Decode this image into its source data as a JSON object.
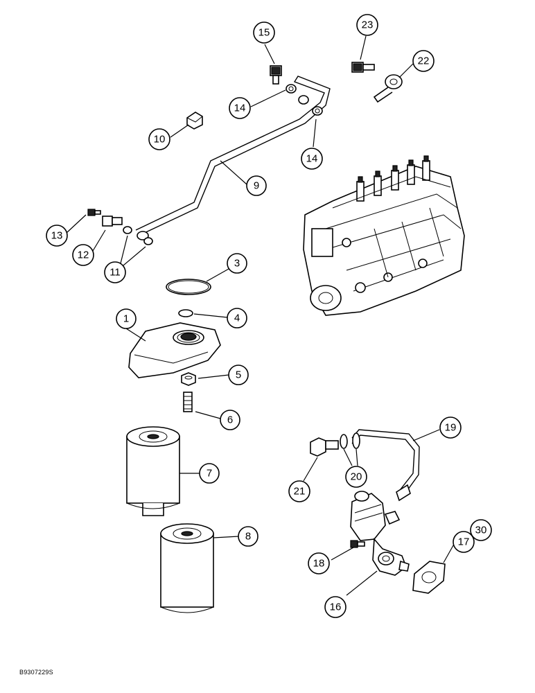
{
  "callouts": [
    {
      "id": "c1",
      "label": "1"
    },
    {
      "id": "c3",
      "label": "3"
    },
    {
      "id": "c4",
      "label": "4"
    },
    {
      "id": "c5",
      "label": "5"
    },
    {
      "id": "c6",
      "label": "6"
    },
    {
      "id": "c7",
      "label": "7"
    },
    {
      "id": "c8",
      "label": "8"
    },
    {
      "id": "c9",
      "label": "9"
    },
    {
      "id": "c10",
      "label": "10"
    },
    {
      "id": "c11",
      "label": "11"
    },
    {
      "id": "c12",
      "label": "12"
    },
    {
      "id": "c13",
      "label": "13"
    },
    {
      "id": "c14a",
      "label": "14"
    },
    {
      "id": "c14b",
      "label": "14"
    },
    {
      "id": "c15",
      "label": "15"
    },
    {
      "id": "c16",
      "label": "16"
    },
    {
      "id": "c17",
      "label": "17"
    },
    {
      "id": "c18",
      "label": "18"
    },
    {
      "id": "c19",
      "label": "19"
    },
    {
      "id": "c20",
      "label": "20"
    },
    {
      "id": "c21",
      "label": "21"
    },
    {
      "id": "c22",
      "label": "22"
    },
    {
      "id": "c23",
      "label": "23"
    },
    {
      "id": "c30",
      "label": "30"
    }
  ],
  "reference_code": "B9307229S"
}
